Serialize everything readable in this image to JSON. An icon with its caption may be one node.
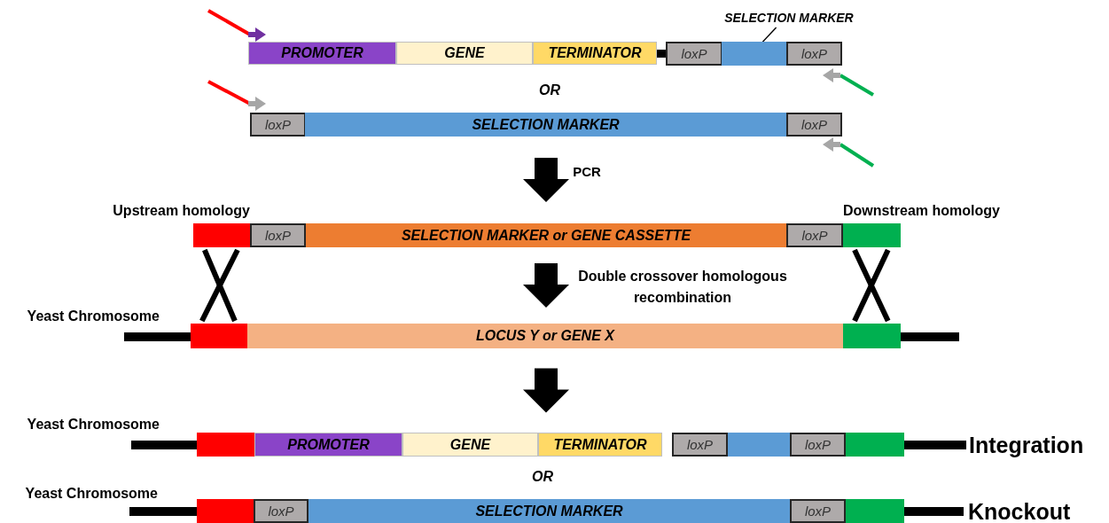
{
  "diagram": {
    "nodes": [
      {
        "text": [
          "PROMOTER"
        ]
      },
      {
        "text": [
          "GENE"
        ]
      },
      {
        "text": [
          "TERMINATOR"
        ]
      },
      {
        "text": [
          "loxP"
        ]
      },
      {
        "text": [],
        "shape": "bar"
      },
      {
        "text": [
          "loxP"
        ]
      },
      {
        "text": [
          "SELECTION MARKER"
        ]
      },
      {
        "text": [
          "loxP"
        ]
      },
      {
        "text": [
          "SELECTION MARKER"
        ]
      },
      {
        "text": [
          "loxP"
        ]
      },
      {
        "text": [],
        "shape": "bar",
        "beside": [
          "Upstream homology"
        ]
      },
      {
        "text": [
          "loxP"
        ]
      },
      {
        "text": [
          "SELECTION MARKER or GENE CASSETTE"
        ]
      },
      {
        "text": [
          "loxP"
        ]
      },
      {
        "text": [],
        "shape": "bar",
        "beside": [
          "Downstream homology"
        ]
      },
      {
        "text": [],
        "shape": "bar",
        "beside": [
          "Yeast Chromosome"
        ]
      },
      {
        "text": [],
        "shape": "bar"
      },
      {
        "text": [
          "LOCUS Y or GENE X"
        ]
      },
      {
        "text": [],
        "shape": "bar"
      },
      {
        "text": [],
        "shape": "bar"
      },
      {
        "text": [],
        "shape": "bar",
        "beside": [
          "Yeast Chromosome"
        ]
      },
      {
        "text": [],
        "shape": "bar"
      },
      {
        "text": [
          "PROMOTER"
        ]
      },
      {
        "text": [
          "GENE"
        ]
      },
      {
        "text": [
          "TERMINATOR"
        ]
      },
      {
        "text": [
          "loxP"
        ]
      },
      {
        "text": [],
        "shape": "bar"
      },
      {
        "text": [
          "loxP"
        ]
      },
      {
        "text": [],
        "shape": "bar"
      },
      {
        "text": [],
        "shape": "bar",
        "beside": [
          "Integration"
        ]
      },
      {
        "text": [],
        "shape": "bar",
        "beside": [
          "Yeast Chromosome"
        ]
      },
      {
        "text": [],
        "shape": "bar"
      },
      {
        "text": [
          "loxP"
        ]
      },
      {
        "text": [
          "SELECTION MARKER"
        ]
      },
      {
        "text": [
          "loxP"
        ]
      },
      {
        "text": [],
        "shape": "bar"
      },
      {
        "text": [],
        "shape": "bar",
        "beside": [
          "Knockout"
        ]
      }
    ],
    "edges": [
      {
        "from": 6,
        "to": 4,
        "arrow": "none"
      },
      {
        "from": 10,
        "to": 16,
        "arrow": "none"
      },
      {
        "from": 10,
        "to": 16,
        "arrow": "none"
      },
      {
        "from": 14,
        "to": 18,
        "arrow": "none"
      },
      {
        "from": 14,
        "to": 18,
        "arrow": "none"
      },
      {
        "from": 8,
        "to": 12,
        "arrow": "to",
        "style": "thick"
      },
      {
        "from": 12,
        "to": 17,
        "arrow": "to",
        "style": "thick"
      },
      {
        "from": 17,
        "to": 24,
        "arrow": "to",
        "style": "thick"
      }
    ],
    "labels": [
      "OR",
      "PCR",
      "Double crossover homologous recombination",
      "OR"
    ]
  }
}
